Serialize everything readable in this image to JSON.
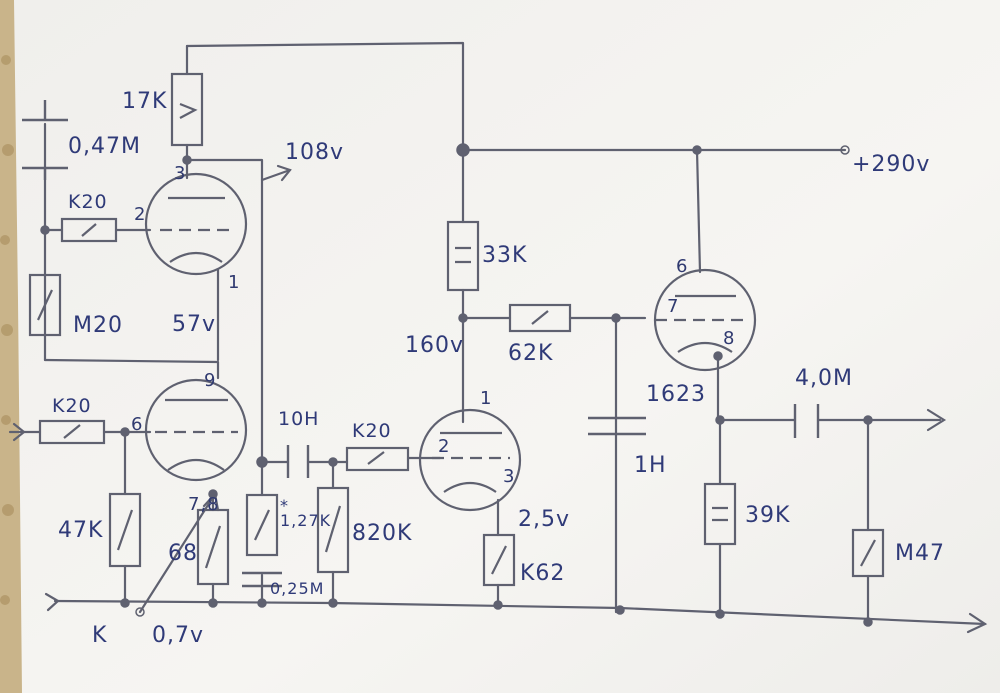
{
  "labels": {
    "r_17k": "17K",
    "c_047m": "0,47M",
    "v_108": "108v",
    "pin_3": "3",
    "pin_2": "2",
    "pin_1": "1",
    "r_k20_top": "K20",
    "r_m20": "M20",
    "v_57": "57v",
    "pin_9": "9",
    "pin_6": "6",
    "pin_78": "7,8",
    "r_k20_in": "K20",
    "r_47k": "47K",
    "r_68": "68",
    "c_10n": "10H",
    "r_k20_mid": "K20",
    "r_127k": "1,27K",
    "r_127k_mark": "*",
    "r_820k": "820K",
    "c_025m": "0,25M",
    "k_label": "K",
    "v_07": "0,7v",
    "r_33k": "33K",
    "v_160": "160v",
    "r_62k": "62K",
    "v_290": "+290v",
    "pin_b6": "6",
    "pin_b7": "7",
    "pin_b8": "8",
    "tube_1623": "1623",
    "c_40m": "4,0M",
    "pin_m1": "1",
    "pin_m2": "2",
    "pin_m3": "3",
    "v_25": "2,5v",
    "r_k62": "K62",
    "c_1h": "1H",
    "r_39k": "39K",
    "r_m47": "M47"
  },
  "colors": {
    "paper": "#f4f3f0",
    "pencil": "#5f6170",
    "ink": "#2f3a78",
    "wood": "#c9b48a"
  }
}
